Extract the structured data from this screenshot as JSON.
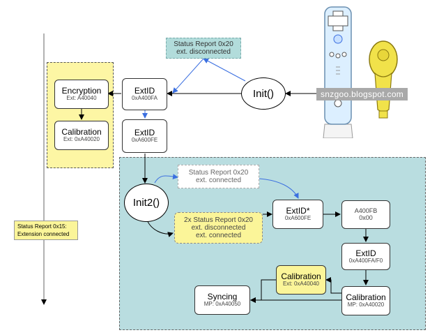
{
  "colors": {
    "yellow_region": "#fdf6a4",
    "teal_region": "#b9dde0",
    "blue_arrow": "#3b6fe0",
    "black_arrow": "#000000"
  },
  "status_report_20_disconnected": {
    "title": "Status Report 0x20",
    "sub": "ext. disconnected"
  },
  "extid_a": {
    "title": "ExtID",
    "sub": "0xA400FA"
  },
  "extid_b": {
    "title": "ExtID",
    "sub": "0xA600FE"
  },
  "encryption": {
    "title": "Encryption",
    "sub": "Ext: A40040"
  },
  "calibration_a": {
    "title": "Calibration",
    "sub": "Ext: 0xA40020"
  },
  "init": {
    "label": "Init()"
  },
  "init2": {
    "label": "Init2()"
  },
  "status_report_20_connected": {
    "title": "Status Report 0x20",
    "sub": "ext. connected"
  },
  "status_report_2x": {
    "line1": "2x Status Report 0x20",
    "line2": "ext. disconnected",
    "line3": "ext. connected"
  },
  "extid_star": {
    "title": "ExtID*",
    "sub": "0xA600FE"
  },
  "a400fb": {
    "title": "A400FB",
    "sub": "0x00"
  },
  "extid_c": {
    "title": "ExtID",
    "sub": "0xA400FA/F0"
  },
  "calibration_b": {
    "title": "Calibration",
    "sub": "Ext: 0xA40040"
  },
  "calibration_c": {
    "title": "Calibration",
    "sub": "MP: 0xA40020"
  },
  "syncing": {
    "title": "Syncing",
    "sub": "MP: 0xA40050"
  },
  "side_note": {
    "line1": "Status Report 0x15:",
    "line2": "Extension connected"
  },
  "watermark": "snzgoo.blogspot.com",
  "icons": {
    "wiimote": "wii-remote-icon",
    "nunchuk": "nunchuk-icon"
  }
}
